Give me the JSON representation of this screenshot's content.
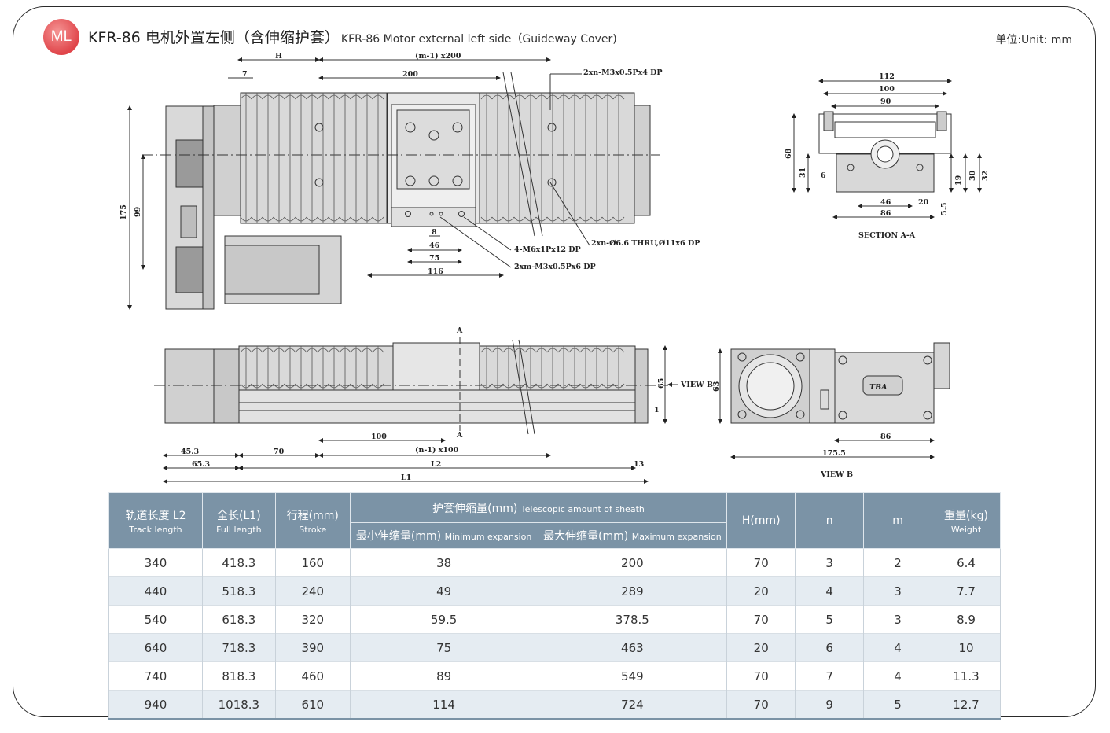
{
  "header": {
    "badge": "ML",
    "title_cn": "KFR-86 电机外置左侧（含伸缩护套）",
    "title_en": "KFR-86 Motor external left side（Guideway Cover)",
    "unit": "单位:Unit: mm"
  },
  "drawing": {
    "top_view": {
      "dims": [
        "H",
        "7",
        "(m-1) x200",
        "200",
        "175",
        "99",
        "8",
        "46",
        "75",
        "116"
      ],
      "callouts": [
        "2xn-M3x0.5Px4 DP",
        "2xn-Ø6.6 THRU,Ø11x6 DP",
        "4-M6x1Px12 DP",
        "2xm-M3x0.5Px6 DP"
      ]
    },
    "section": {
      "dims": [
        "112",
        "100",
        "90",
        "68",
        "31",
        "6",
        "46",
        "86",
        "20",
        "5.5",
        "19",
        "30",
        "32"
      ],
      "label": "SECTION A-A"
    },
    "side_view": {
      "dims": [
        "A",
        "A",
        "65",
        "1",
        "45.3",
        "65.3",
        "70",
        "100",
        "(n-1) x100",
        "L2",
        "13",
        "L1"
      ],
      "view_b_arrow": "VIEW B"
    },
    "view_b": {
      "dims": [
        "63",
        "86",
        "175.5"
      ],
      "logo": "TBA",
      "label": "VIEW B"
    }
  },
  "table": {
    "headers": {
      "track": {
        "cn": "轨道长度 L2",
        "en": "Track length"
      },
      "full": {
        "cn": "全长(L1)",
        "en": "Full length"
      },
      "stroke": {
        "cn": "行程(mm)",
        "en": "Stroke"
      },
      "sheath": {
        "cn": "护套伸缩量(mm)",
        "en": "Telescopic amount of sheath"
      },
      "min": {
        "cn": "最小伸缩量(mm)",
        "en": "Minimum expansion"
      },
      "max": {
        "cn": "最大伸缩量(mm)",
        "en": "Maximum expansion"
      },
      "h": "H(mm)",
      "n": "n",
      "m": "m",
      "weight": {
        "cn": "重量(kg)",
        "en": "Weight"
      }
    },
    "rows": [
      [
        "340",
        "418.3",
        "160",
        "38",
        "200",
        "70",
        "3",
        "2",
        "6.4"
      ],
      [
        "440",
        "518.3",
        "240",
        "49",
        "289",
        "20",
        "4",
        "3",
        "7.7"
      ],
      [
        "540",
        "618.3",
        "320",
        "59.5",
        "378.5",
        "70",
        "5",
        "3",
        "8.9"
      ],
      [
        "640",
        "718.3",
        "390",
        "75",
        "463",
        "20",
        "6",
        "4",
        "10"
      ],
      [
        "740",
        "818.3",
        "460",
        "89",
        "549",
        "70",
        "7",
        "4",
        "11.3"
      ],
      [
        "940",
        "1018.3",
        "610",
        "114",
        "724",
        "70",
        "9",
        "5",
        "12.7"
      ]
    ]
  }
}
